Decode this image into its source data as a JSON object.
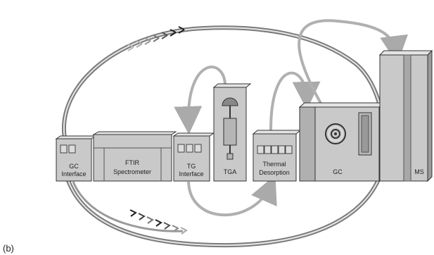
{
  "panel_label": "(b)",
  "instruments": {
    "gc_interface": {
      "line1": "GC",
      "line2": "Interface"
    },
    "ftir": {
      "line1": "FTIR",
      "line2": "Spectrometer"
    },
    "tg_interface": {
      "line1": "TG",
      "line2": "Interface"
    },
    "tga": {
      "label": "TGA"
    },
    "thermal_desorption": {
      "line1": "Thermal",
      "line2": "Desorption"
    },
    "gc": {
      "label": "GC"
    },
    "ms": {
      "label": "MS"
    }
  },
  "colors": {
    "instrument_face": "#c9c9c9",
    "instrument_top": "#e4e4e4",
    "instrument_side": "#9a9a9a",
    "arrow_light": "#b3b3b3",
    "arrow_dark": "#333333"
  }
}
